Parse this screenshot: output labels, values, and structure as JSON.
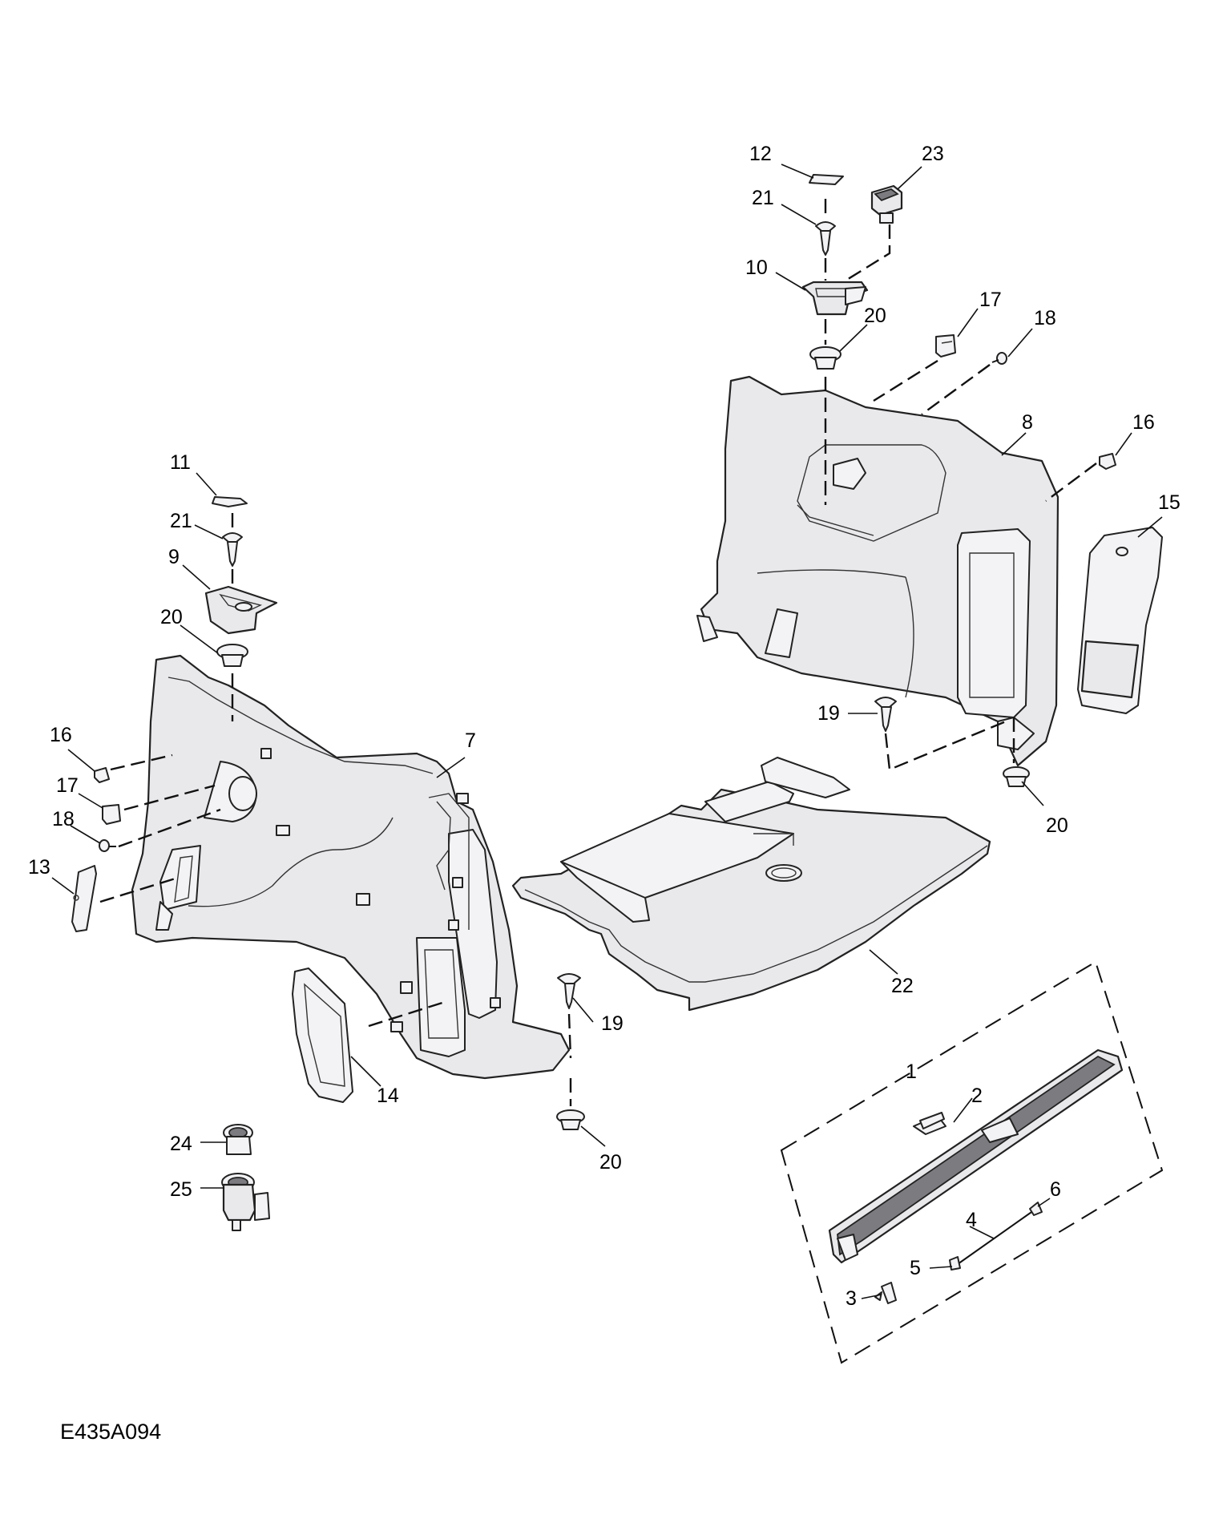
{
  "figure_id": "E435A094",
  "callouts": {
    "c1": "1",
    "c2": "2",
    "c3": "3",
    "c4": "4",
    "c5": "5",
    "c6": "6",
    "c7": "7",
    "c8": "8",
    "c9": "9",
    "c10": "10",
    "c11": "11",
    "c12": "12",
    "c13": "13",
    "c14": "14",
    "c15": "15",
    "c16a": "16",
    "c16b": "16",
    "c17a": "17",
    "c17b": "17",
    "c18a": "18",
    "c18b": "18",
    "c19a": "19",
    "c19b": "19",
    "c20a": "20",
    "c20b": "20",
    "c20c": "20",
    "c20d": "20",
    "c21a": "21",
    "c21b": "21",
    "c22": "22",
    "c23": "23",
    "c24": "24",
    "c25": "25"
  }
}
